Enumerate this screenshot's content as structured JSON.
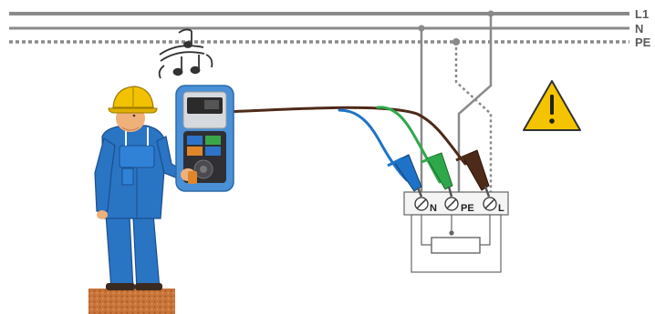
{
  "lines": {
    "l1_label": "L1",
    "n_label": "N",
    "pe_label": "PE"
  },
  "socket": {
    "terminal_n": "N",
    "terminal_pe": "PE",
    "terminal_l": "L"
  },
  "colors": {
    "line": "#8a8a8a",
    "probe_blue": "#1e73c8",
    "probe_green": "#2ea84a",
    "probe_brown": "#4e2a18",
    "worker_suit": "#2a74c4",
    "helmet": "#f2c200",
    "warning": "#f5c400",
    "instrument": "#4a90d6",
    "ground": "#c8743a"
  },
  "icons": {
    "sound": "music-notes-icon",
    "warning": "warning-triangle-icon"
  }
}
